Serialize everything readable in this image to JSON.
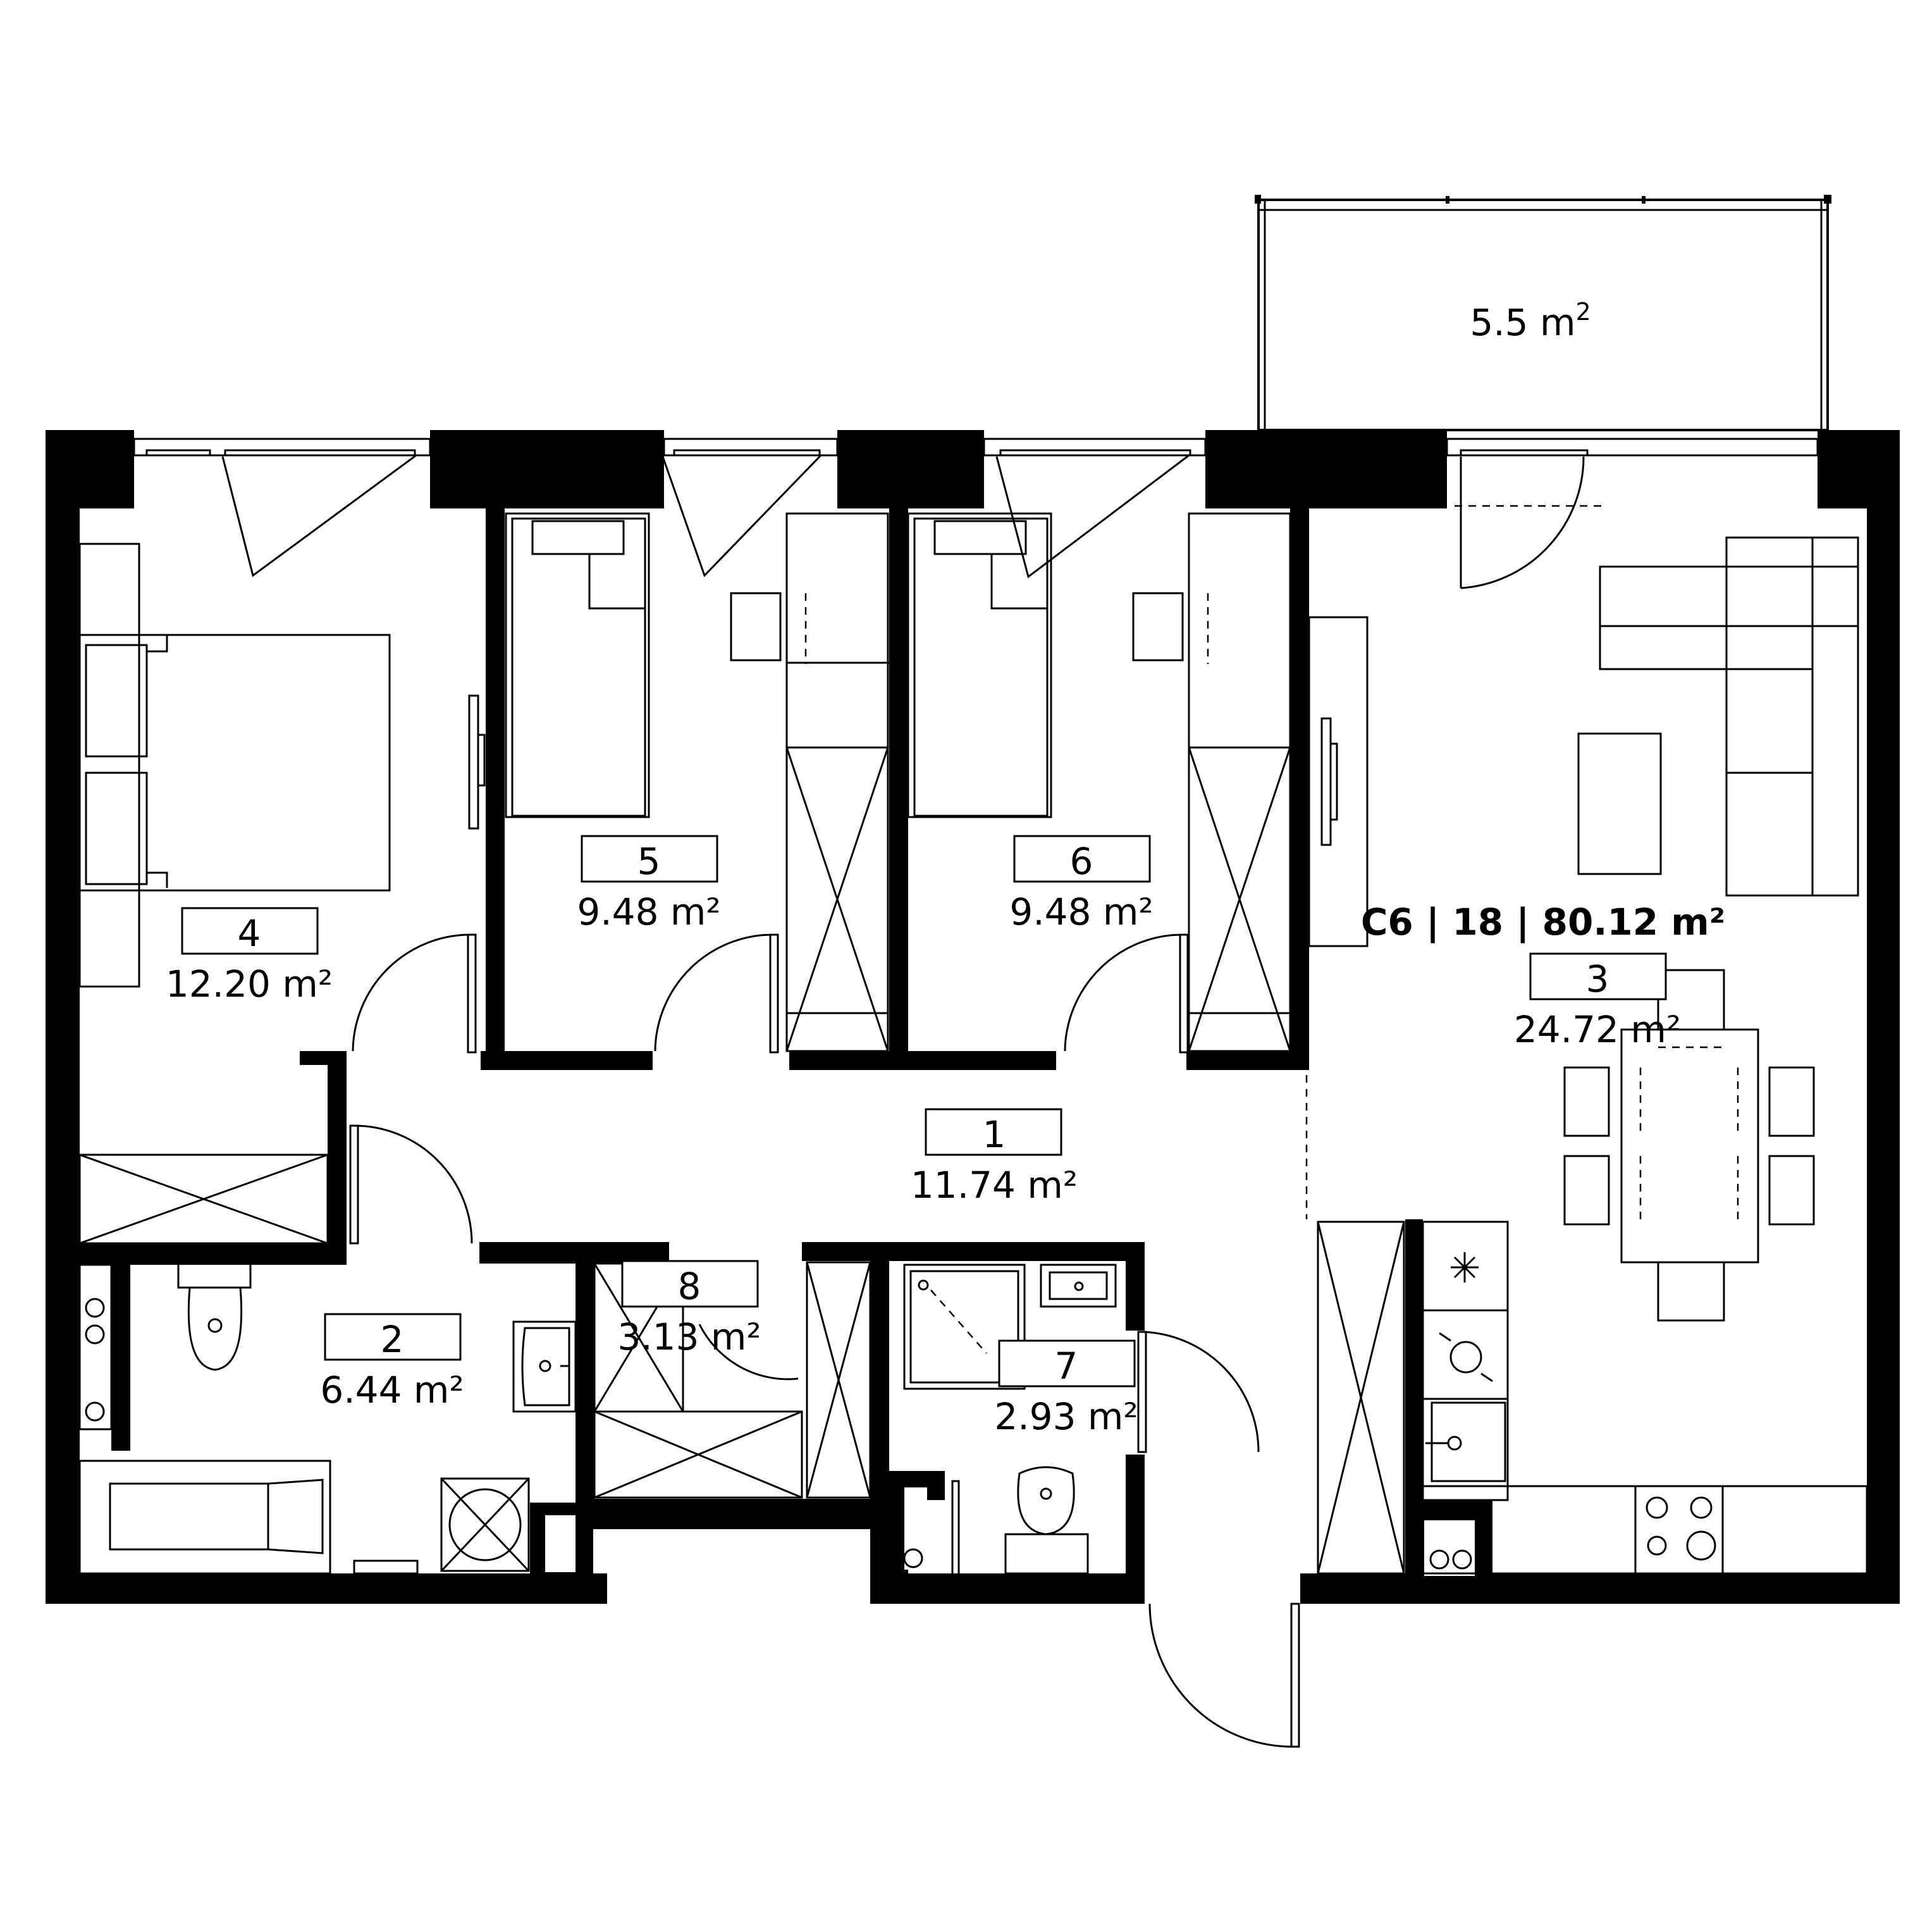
{
  "unit_label": {
    "text": "C6 | 18 | 80.12 m²"
  },
  "balcony": {
    "area": "5.5 m",
    "sup": "2"
  },
  "rooms": [
    {
      "number": "1",
      "area": "11.74 m²"
    },
    {
      "number": "2",
      "area": "6.44 m²"
    },
    {
      "number": "3",
      "area": "24.72 m²"
    },
    {
      "number": "4",
      "area": "12.20 m²"
    },
    {
      "number": "5",
      "area": "9.48 m²"
    },
    {
      "number": "6",
      "area": "9.48 m²"
    },
    {
      "number": "7",
      "area": "2.93 m²"
    },
    {
      "number": "8",
      "area": "3.13 m²"
    }
  ]
}
